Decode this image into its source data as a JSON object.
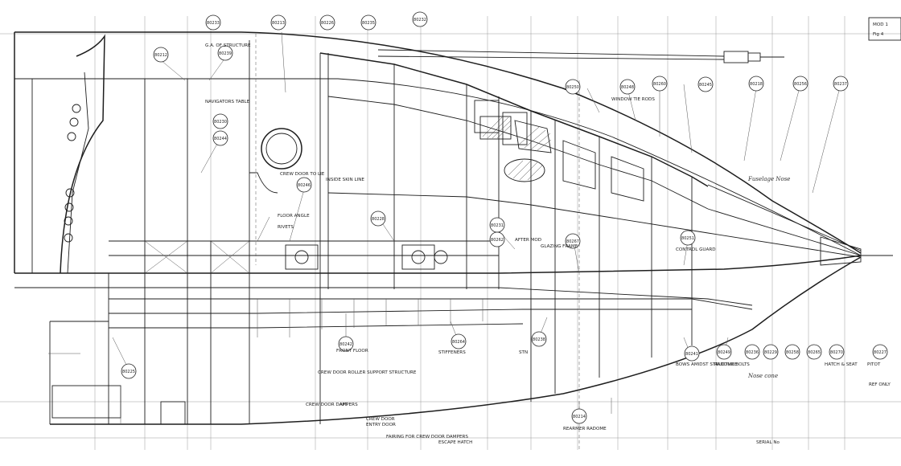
{
  "labels": {
    "crew_door_lie": "CREW DOOR TO LIE",
    "inside_skin_line": "INSIDE SKIN LINE",
    "floor_angle": "FLOOR ANGLE",
    "stiffeners": "STIFFENERS",
    "front_floor": "FRONT FLOOR",
    "rivets_off": "RIVETS",
    "bow_structure": "BOWS AMIDST STRUCTURE",
    "rear_radome": "REARMER RADOME",
    "control_guard": "CONTROL GUARD",
    "window_tie_rods": "WINDOW TIE RODS",
    "ref_only": "REF ONLY",
    "serial": "SERIAL No",
    "after_mod": "AFTER MOD",
    "crew_door_roller": "CREW DOOR ROLLER SUPPORT STRUCTURE",
    "crew_door_dampers": "CREW DOOR DAMPERS",
    "escape_hatch": "ESCAPE HATCH",
    "fairing": "FAIRING FOR CREW DOOR DAMPERS",
    "crew_door": "CREW DOOR",
    "entry_door": "ENTRY DOOR",
    "glazing_frame": "GLAZING FRAME",
    "ga_structure": "G.A. OF STRUCTURE",
    "navigators_table": "NAVIGATORS TABLE",
    "hatch_seat": "HATCH & SEAT",
    "pitot": "PITOT",
    "radome_bolts": "RADOME BOLTS",
    "aft": "AFT",
    "stn": "STN",
    "mod_fig": "MOD 1",
    "fig_no": "Fig 4",
    "hand_note_1": "Fuselage Nose",
    "hand_note_2": "Nose cone"
  },
  "balloons": [
    "80212",
    "80239",
    "80233",
    "80213",
    "80226",
    "80235",
    "80232",
    "80230",
    "80244",
    "80246",
    "80228",
    "80231",
    "80262",
    "80267",
    "80250",
    "80248",
    "80260",
    "80245",
    "80218",
    "80256",
    "80237",
    "80251",
    "80241",
    "80249",
    "80236",
    "80229",
    "80258",
    "80265",
    "80270",
    "80227",
    "80242",
    "80264",
    "80238",
    "80225",
    "80214"
  ],
  "icons": {
    "nose_probe": "pitot-probe-icon",
    "door_circle": "porthole-icon"
  }
}
